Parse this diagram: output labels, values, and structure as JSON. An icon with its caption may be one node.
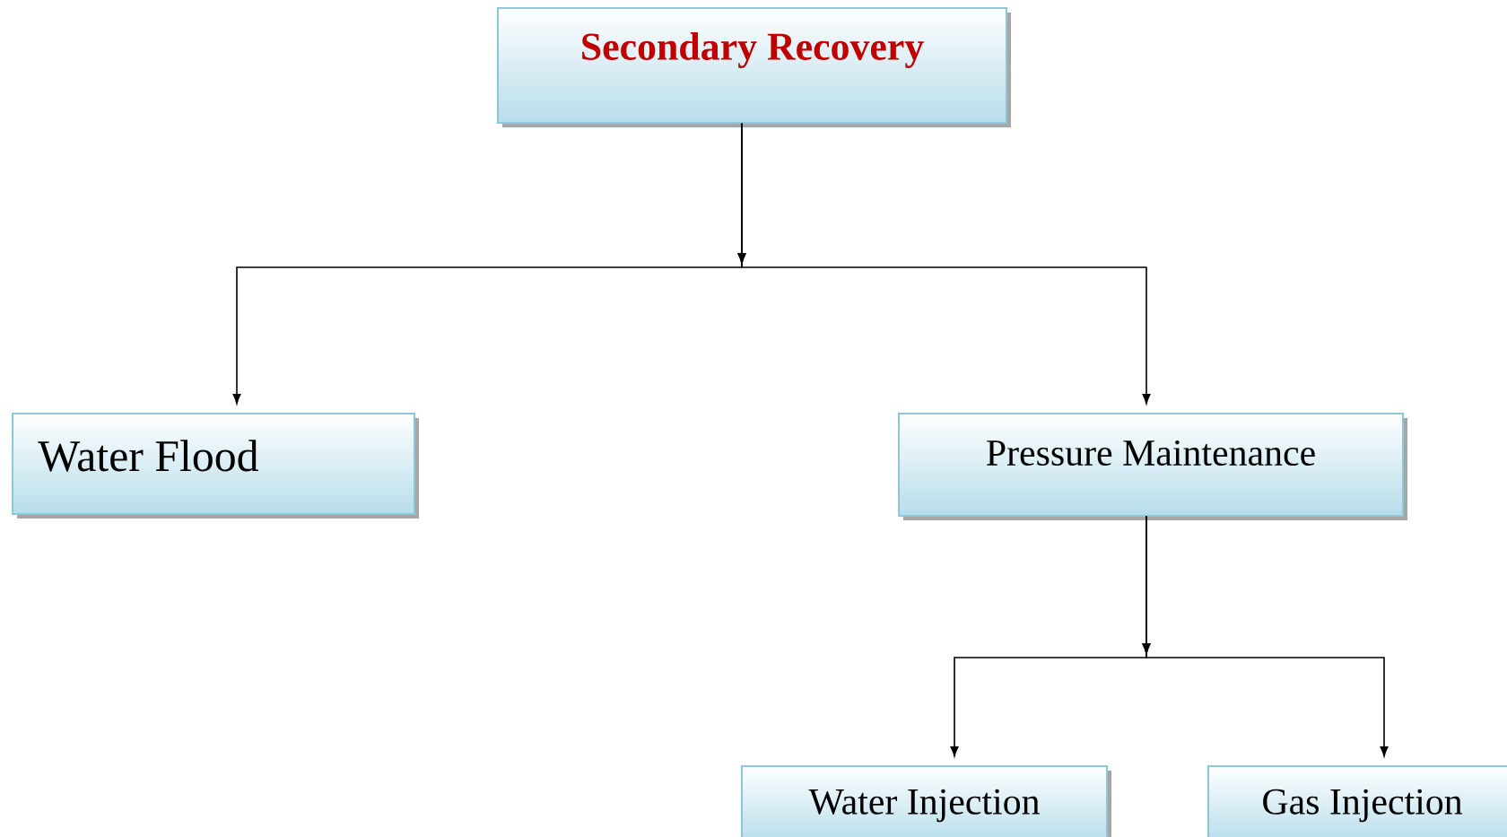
{
  "diagram": {
    "nodes": [
      {
        "text": [
          "Secondary Recovery"
        ]
      },
      {
        "text": [
          "Water Flood"
        ]
      },
      {
        "text": [
          "Pressure Maintenance"
        ]
      },
      {
        "text": [
          "Water Injection"
        ]
      },
      {
        "text": [
          "Gas Injection"
        ]
      }
    ],
    "edges": [
      {
        "from": 0,
        "to": 1,
        "arrow": "to"
      },
      {
        "from": 0,
        "to": 2,
        "arrow": "to"
      },
      {
        "from": 2,
        "to": 3,
        "arrow": "to"
      },
      {
        "from": 2,
        "to": 4,
        "arrow": "to"
      }
    ]
  }
}
